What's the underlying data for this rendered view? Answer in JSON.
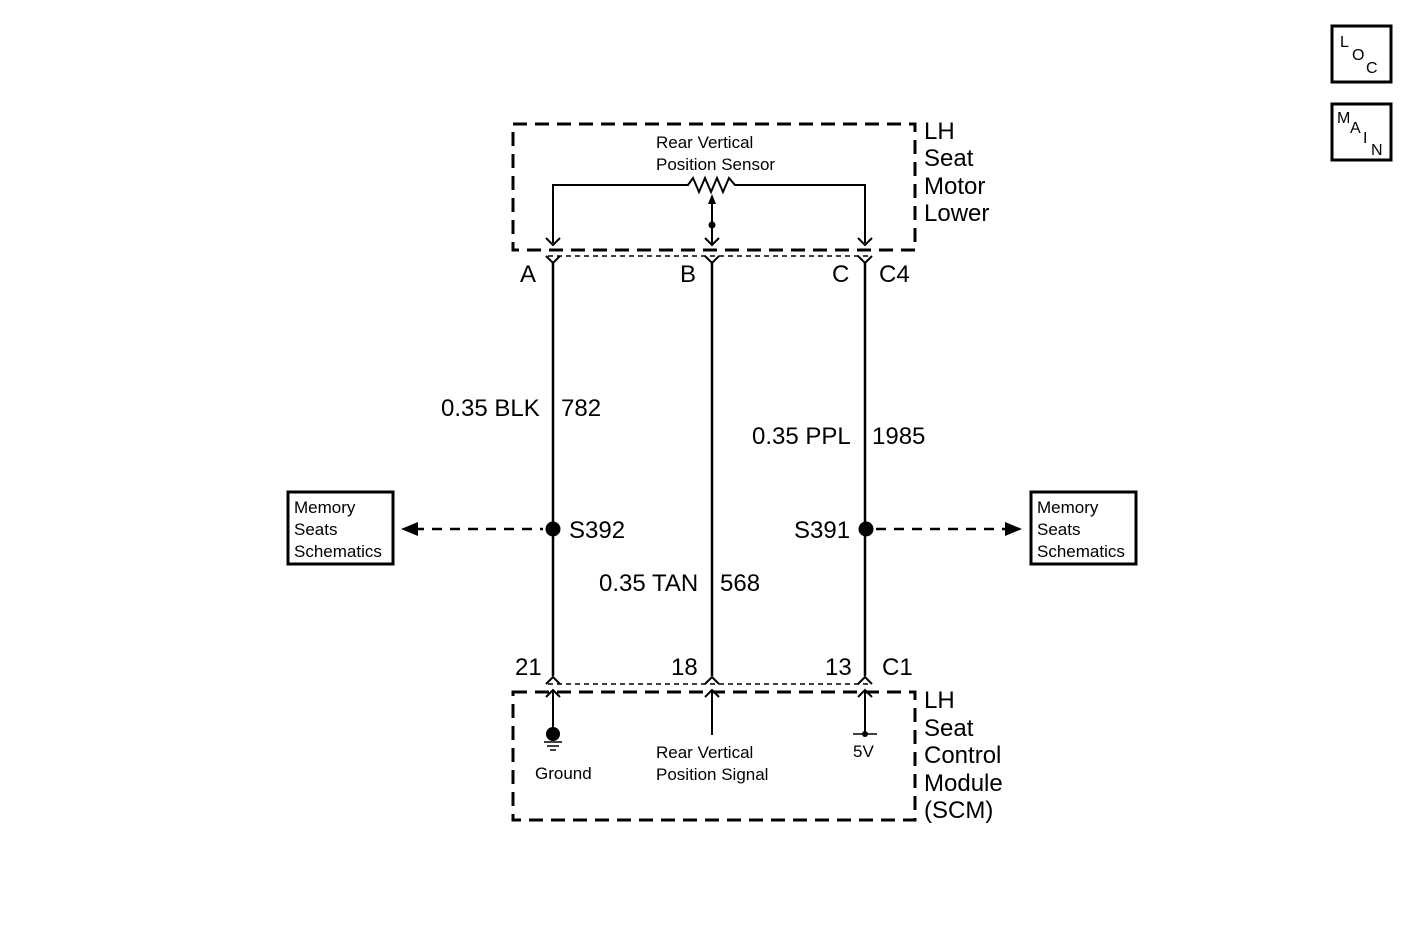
{
  "nav": {
    "loc": [
      "L",
      "O",
      "C"
    ],
    "main": [
      "M",
      "A",
      "I",
      "N"
    ]
  },
  "upper_component": {
    "name_lines": [
      "LH",
      "Seat",
      "Motor",
      "Lower"
    ],
    "sensor_lines": [
      "Rear Vertical",
      "Position Sensor"
    ],
    "connector": "C4",
    "pins": [
      "A",
      "B",
      "C"
    ]
  },
  "wires": [
    {
      "gauge_color": "0.35 BLK",
      "circuit": "782"
    },
    {
      "gauge_color": "0.35 TAN",
      "circuit": "568"
    },
    {
      "gauge_color": "0.35 PPL",
      "circuit": "1985"
    }
  ],
  "splices": {
    "left": "S392",
    "right": "S391"
  },
  "references": {
    "left": [
      "Memory",
      "Seats",
      "Schematics"
    ],
    "right": [
      "Memory",
      "Seats",
      "Schematics"
    ]
  },
  "lower_component": {
    "name_lines": [
      "LH",
      "Seat",
      "Control",
      "Module",
      "(SCM)"
    ],
    "connector": "C1",
    "pins": [
      "21",
      "18",
      "13"
    ],
    "ground_label": "Ground",
    "signal_lines": [
      "Rear Vertical",
      "Position Signal"
    ],
    "voltage_label": "5V"
  }
}
